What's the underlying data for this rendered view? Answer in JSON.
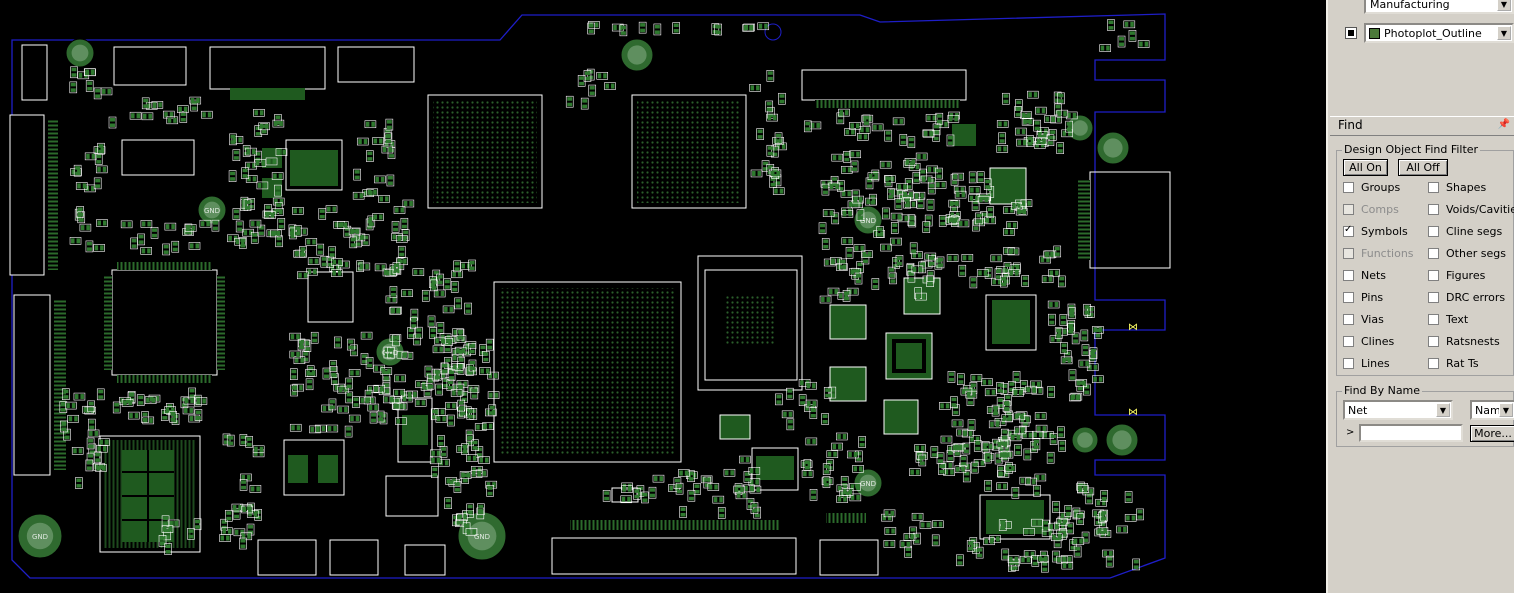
{
  "layers": {
    "top_combo": {
      "value": "Manufacturing"
    },
    "subclass_combo": {
      "value": "Photoplot_Outline",
      "color": "#4c7a3a"
    }
  },
  "find": {
    "title": "Find",
    "pin_icon": "pushpin-icon",
    "filter_title": "Design Object Find Filter",
    "all_on_label": "All On",
    "all_off_label": "All Off",
    "left_items": [
      {
        "label": "Groups",
        "checked": false,
        "enabled": true
      },
      {
        "label": "Comps",
        "checked": false,
        "enabled": false
      },
      {
        "label": "Symbols",
        "checked": true,
        "enabled": true
      },
      {
        "label": "Functions",
        "checked": false,
        "enabled": false
      },
      {
        "label": "Nets",
        "checked": false,
        "enabled": true
      },
      {
        "label": "Pins",
        "checked": false,
        "enabled": true
      },
      {
        "label": "Vias",
        "checked": false,
        "enabled": true
      },
      {
        "label": "Clines",
        "checked": false,
        "enabled": true
      },
      {
        "label": "Lines",
        "checked": false,
        "enabled": true
      }
    ],
    "right_items": [
      {
        "label": "Shapes",
        "checked": false
      },
      {
        "label": "Voids/Cavities",
        "checked": false
      },
      {
        "label": "Cline segs",
        "checked": false
      },
      {
        "label": "Other segs",
        "checked": false
      },
      {
        "label": "Figures",
        "checked": false
      },
      {
        "label": "DRC errors",
        "checked": false
      },
      {
        "label": "Text",
        "checked": false
      },
      {
        "label": "Ratsnests",
        "checked": false
      },
      {
        "label": "Rat Ts",
        "checked": false
      }
    ],
    "by_name_title": "Find By Name",
    "type_combo": "Net",
    "mode_combo": "Name",
    "prefix": ">",
    "name_input": "",
    "more_label": "More..."
  },
  "board": {
    "gnd_label": "GND",
    "outline_color": "#1e1ec8",
    "silk_color": "#ffffff",
    "pad_color": "#1f5a1f",
    "mounting_labels": [
      "GND",
      "GND",
      "GND",
      "GND",
      "GND",
      "GND"
    ]
  }
}
